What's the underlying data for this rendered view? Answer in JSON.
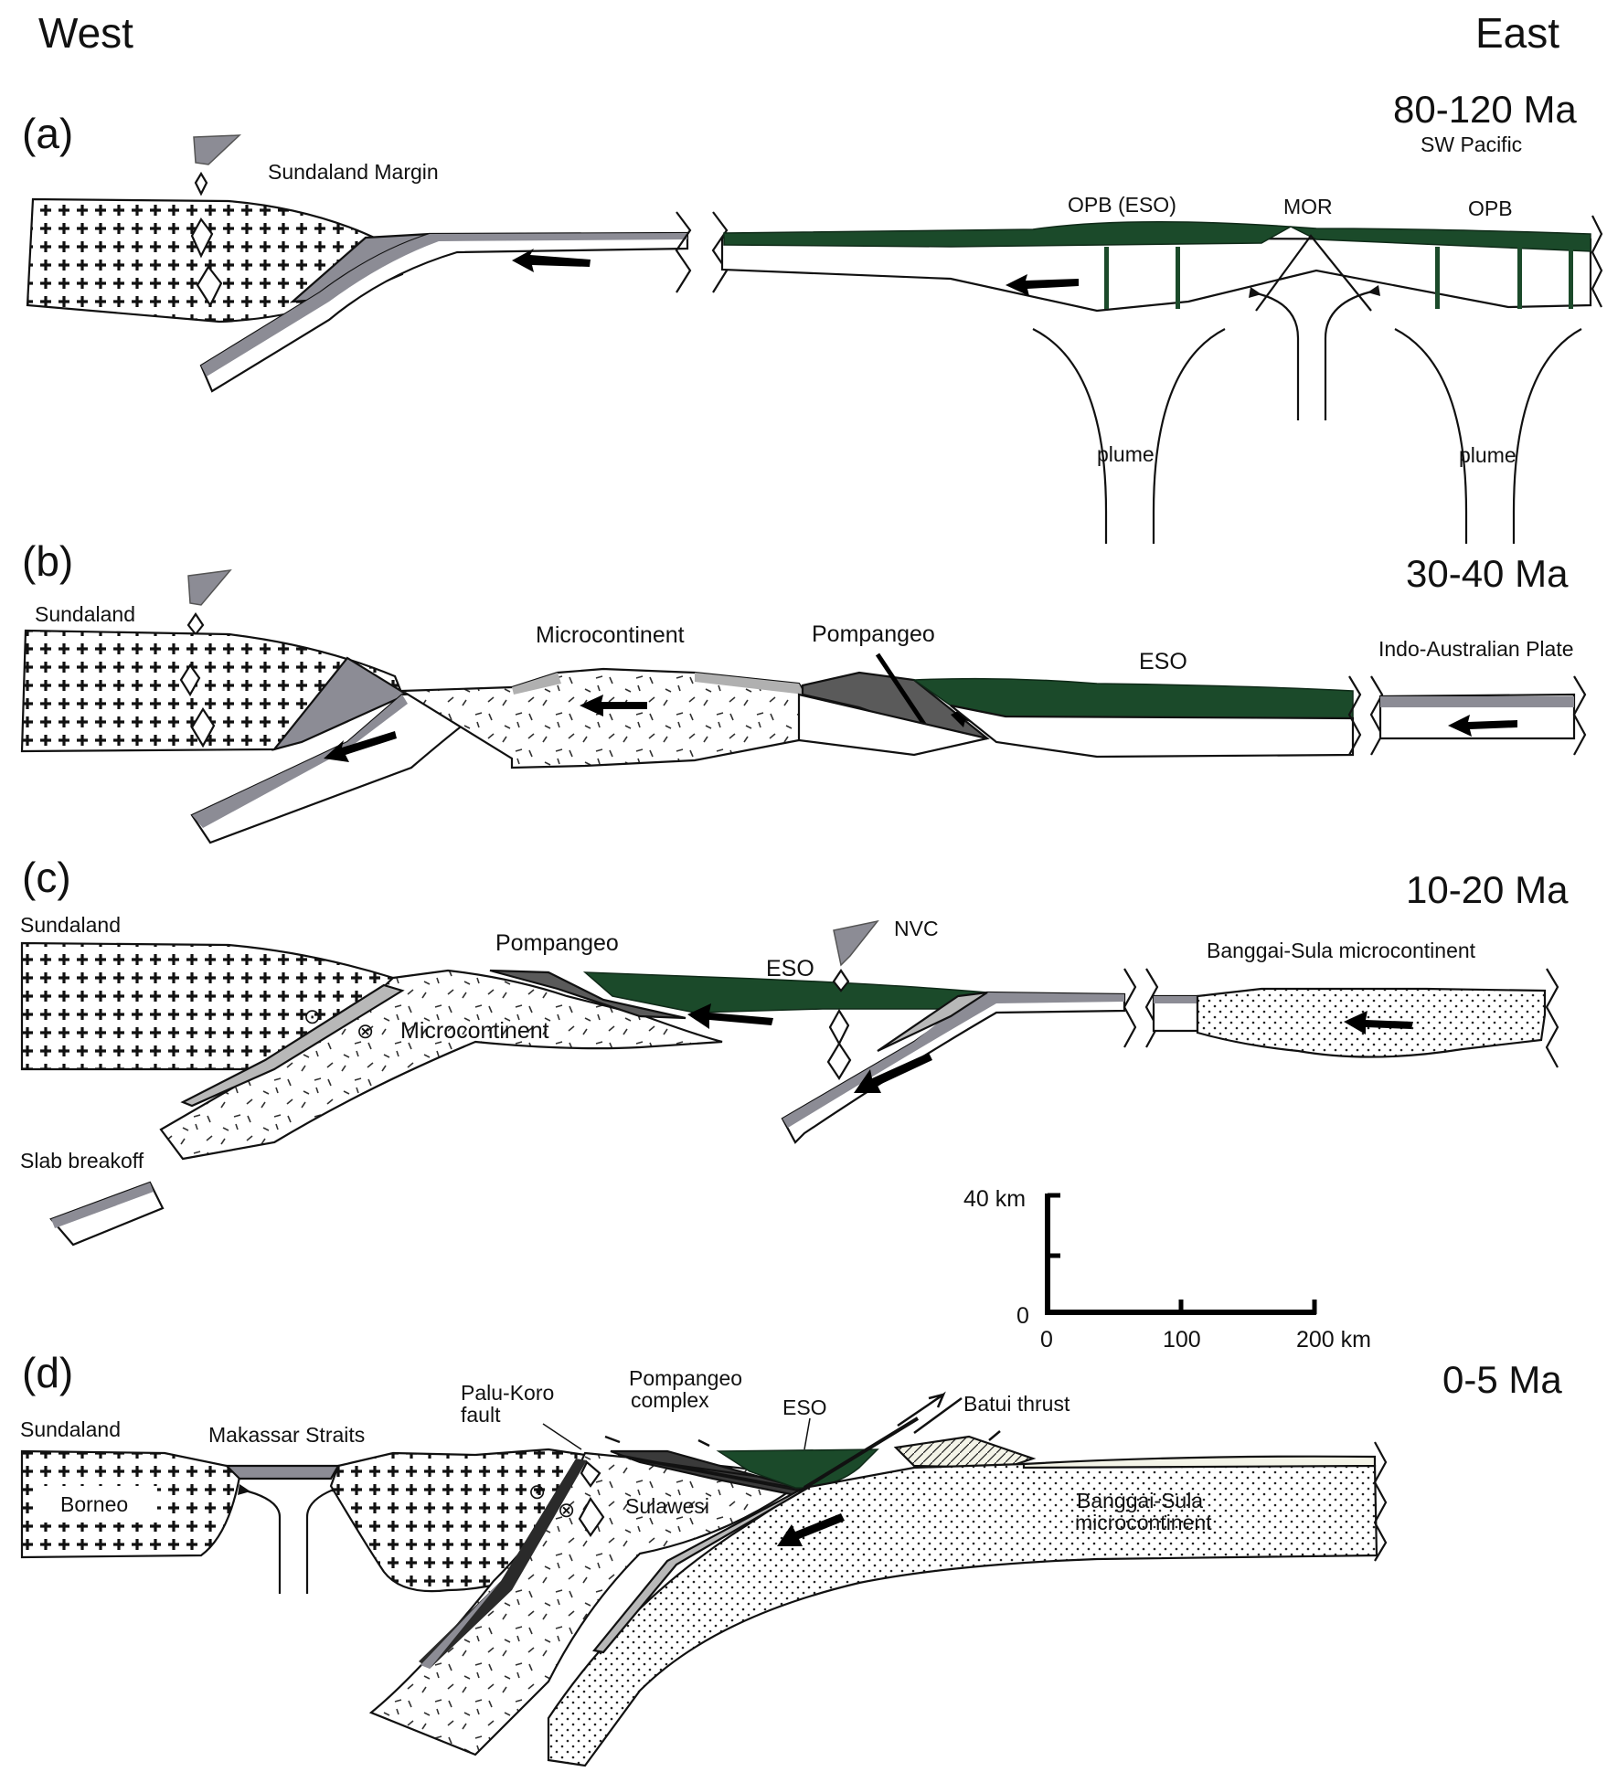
{
  "header": {
    "west": "West",
    "east": "East"
  },
  "panel_a": {
    "letter": "(a)",
    "age": "80-120 Ma",
    "subtitle": "SW Pacific",
    "sundaland_margin": "Sundaland Margin",
    "opb_eso": "OPB (ESO)",
    "mor": "MOR",
    "opb": "OPB",
    "plume_1": "plume",
    "plume_2": "plume"
  },
  "panel_b": {
    "letter": "(b)",
    "age": "30-40 Ma",
    "sundaland": "Sundaland",
    "microcontinent": "Microcontinent",
    "pompangeo": "Pompangeo",
    "eso": "ESO",
    "indo_australian": "Indo-Australian Plate"
  },
  "panel_c": {
    "letter": "(c)",
    "age": "10-20 Ma",
    "sundaland": "Sundaland",
    "pompangeo": "Pompangeo",
    "eso": "ESO",
    "nvc": "NVC",
    "microcontinent": "Microcontinent",
    "banggai_sula": "Banggai-Sula microcontinent",
    "slab_breakoff": "Slab breakoff"
  },
  "scale_bar": {
    "v_max_label": "40 km",
    "v_zero_label": "0",
    "h_zero_label": "0",
    "h_mid_label": "100",
    "h_max_label": "200 km"
  },
  "panel_d": {
    "letter": "(d)",
    "age": "0-5 Ma",
    "sundaland": "Sundaland",
    "borneo": "Borneo",
    "makassar": "Makassar Straits",
    "palu_koro_1": "Palu-Koro",
    "palu_koro_2": "fault",
    "pompangeo_1": "Pompangeo",
    "pompangeo_2": "complex",
    "eso": "ESO",
    "batui": "Batui thrust",
    "sulawesi": "Sulawesi",
    "banggai_1": "Banggai-Sula",
    "banggai_2": "microcontinent"
  },
  "colors": {
    "ophiolite_green": "#1b4a2a",
    "crust_gray": "#8c8c95",
    "light_gray": "#c2c2c2",
    "dark_gray": "#5a5a5a",
    "outline": "#111111"
  }
}
